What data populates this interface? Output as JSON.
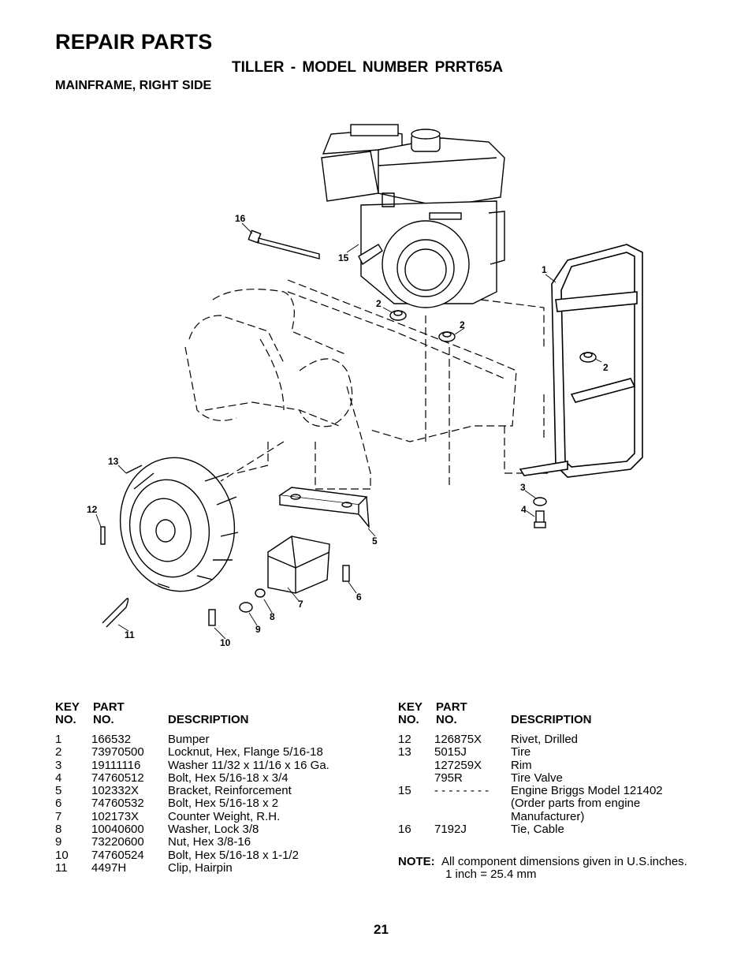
{
  "header": {
    "title": "REPAIR PARTS",
    "subtitle": "TILLER  -  MODEL  NUMBER  PRRT65A",
    "section": "MAINFRAME, RIGHT SIDE"
  },
  "diagram": {
    "callouts": [
      "16",
      "15",
      "1",
      "2",
      "2",
      "2",
      "13",
      "12",
      "3",
      "4",
      "5",
      "6",
      "7",
      "8",
      "9",
      "10",
      "11"
    ]
  },
  "table": {
    "headers": {
      "key_line1": "KEY",
      "key_line2": "NO.",
      "part_line1": "PART",
      "part_line2": "NO.",
      "description": "DESCRIPTION"
    },
    "left": [
      {
        "key": "1",
        "part": "166532",
        "desc": "Bumper"
      },
      {
        "key": "2",
        "part": "73970500",
        "desc": "Locknut, Hex, Flange  5/16-18"
      },
      {
        "key": "3",
        "part": "19111116",
        "desc": "Washer  11/32 x 11/16 x 16 Ga."
      },
      {
        "key": "4",
        "part": "74760512",
        "desc": "Bolt, Hex  5/16-18 x 3/4"
      },
      {
        "key": "5",
        "part": "102332X",
        "desc": "Bracket, Reinforcement"
      },
      {
        "key": "6",
        "part": "74760532",
        "desc": "Bolt, Hex  5/16-18 x 2"
      },
      {
        "key": "7",
        "part": "102173X",
        "desc": "Counter Weight, R.H."
      },
      {
        "key": "8",
        "part": "10040600",
        "desc": "Washer, Lock  3/8"
      },
      {
        "key": "9",
        "part": "73220600",
        "desc": "Nut, Hex  3/8-16"
      },
      {
        "key": "10",
        "part": "74760524",
        "desc": "Bolt, Hex  5/16-18 x 1-1/2"
      },
      {
        "key": "11",
        "part": "4497H",
        "desc": "Clip, Hairpin"
      }
    ],
    "right": [
      {
        "key": "12",
        "part": "126875X",
        "desc": "Rivet, Drilled"
      },
      {
        "key": "13",
        "part": "5015J",
        "desc": "Tire"
      },
      {
        "key": "",
        "part": "127259X",
        "desc": "Rim"
      },
      {
        "key": "",
        "part": "795R",
        "desc": "Tire Valve"
      },
      {
        "key": "15",
        "part": "- - - - - - - -",
        "desc": "Engine Briggs Model 121402"
      },
      {
        "key": "",
        "part": "",
        "desc": "(Order parts from engine"
      },
      {
        "key": "",
        "part": "",
        "desc": "Manufacturer)"
      },
      {
        "key": "16",
        "part": "7192J",
        "desc": "Tie, Cable"
      }
    ]
  },
  "note": {
    "label": "NOTE:",
    "line1": "All component dimensions given in U.S.inches.",
    "line2": "1 inch = 25.4 mm"
  },
  "page_number": "21"
}
